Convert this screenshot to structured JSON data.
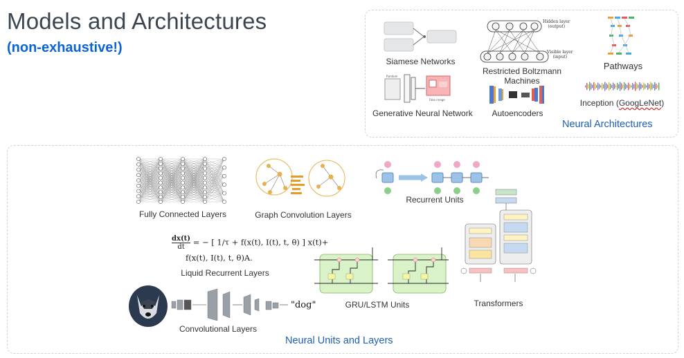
{
  "header": {
    "title": "Models and Architectures",
    "subtitle": "(non-exhaustive!)"
  },
  "architectures": {
    "section_title": "Neural Architectures",
    "items": {
      "siamese": "Siamese Networks",
      "rbm_line1": "Restricted Boltzmann",
      "rbm_line2": "Machines",
      "pathways": "Pathways",
      "generative": "Generative Neural Network",
      "autoencoders": "Autoencoders",
      "inception_prefix": "Inception (",
      "inception_name": "GoogLeNet",
      "inception_suffix": ")"
    },
    "rbm_labels": {
      "hidden": "Hidden layer",
      "hidden_sub": "(output)",
      "visible": "Visible layer",
      "visible_sub": "(input)"
    }
  },
  "units": {
    "section_title": "Neural Units and Layers",
    "items": {
      "fully_connected": "Fully Connected Layers",
      "graph_conv": "Graph Convolution Layers",
      "recurrent": "Recurrent Units",
      "liquid": "Liquid Recurrent Layers",
      "gru_lstm": "GRU/LSTM Units",
      "transformers": "Transformers",
      "convolutional": "Convolutional Layers"
    },
    "formula": {
      "line1_lhs": "dx(t)",
      "line1_den": "dt",
      "line1_rhs": "= − [ 1/τ + f(x(t), I(t), t, θ) ] x(t)+",
      "line2": "f(x(t), I(t), t, θ)A."
    },
    "conv_output": "\"dog\""
  },
  "colors": {
    "title": "#3a4550",
    "accent": "#0a63d8",
    "section": "#1d5fb8",
    "panel_border": "#cfd4d9"
  }
}
